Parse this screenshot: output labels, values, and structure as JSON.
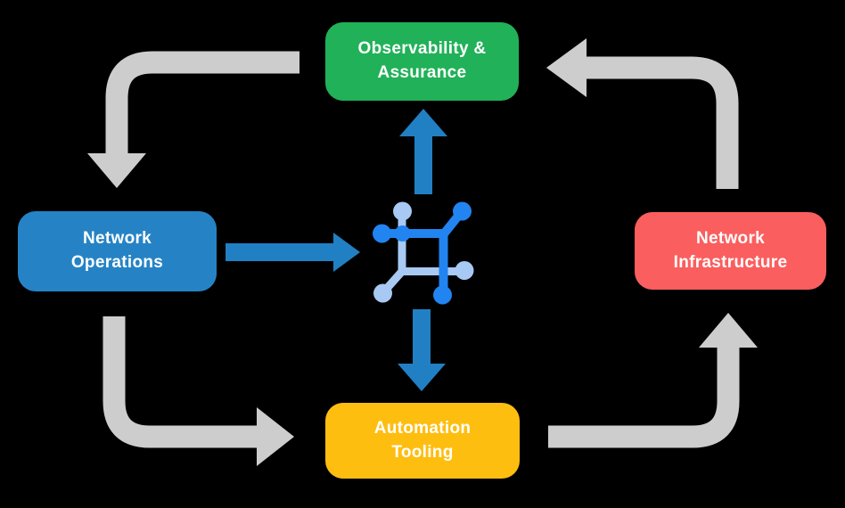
{
  "diagram": {
    "title": "Network automation closed-loop diagram",
    "center_icon": "network-automation-icon",
    "nodes": {
      "observability": {
        "label": "Observability &\nAssurance"
      },
      "operations": {
        "label": "Network\nOperations"
      },
      "infrastructure": {
        "label": "Network\nInfrastructure"
      },
      "automation": {
        "label": "Automation\nTooling"
      }
    },
    "flows": [
      {
        "from": "Observability & Assurance",
        "to": "Network Operations",
        "style": "gray"
      },
      {
        "from": "Network Operations",
        "to": "Automation Tooling",
        "style": "gray"
      },
      {
        "from": "Automation Tooling",
        "to": "Network Infrastructure",
        "style": "gray"
      },
      {
        "from": "Network Infrastructure",
        "to": "Observability & Assurance",
        "style": "gray"
      },
      {
        "from": "Network Operations",
        "to": "center-icon",
        "style": "blue"
      },
      {
        "from": "center-icon",
        "to": "Observability & Assurance",
        "style": "blue"
      },
      {
        "from": "center-icon",
        "to": "Automation Tooling",
        "style": "blue"
      }
    ]
  },
  "colors": {
    "background": "#000000",
    "text": "#FFFFFF",
    "green": "#21B158",
    "blue": "#2583C5",
    "red": "#FB5E5E",
    "yellow": "#FEBE10",
    "gray_arrow": "#CDCDCD",
    "blue_arrow": "#2180C4",
    "icon_dark_blue": "#2284F0",
    "icon_light_blue": "#A7C9F3"
  }
}
